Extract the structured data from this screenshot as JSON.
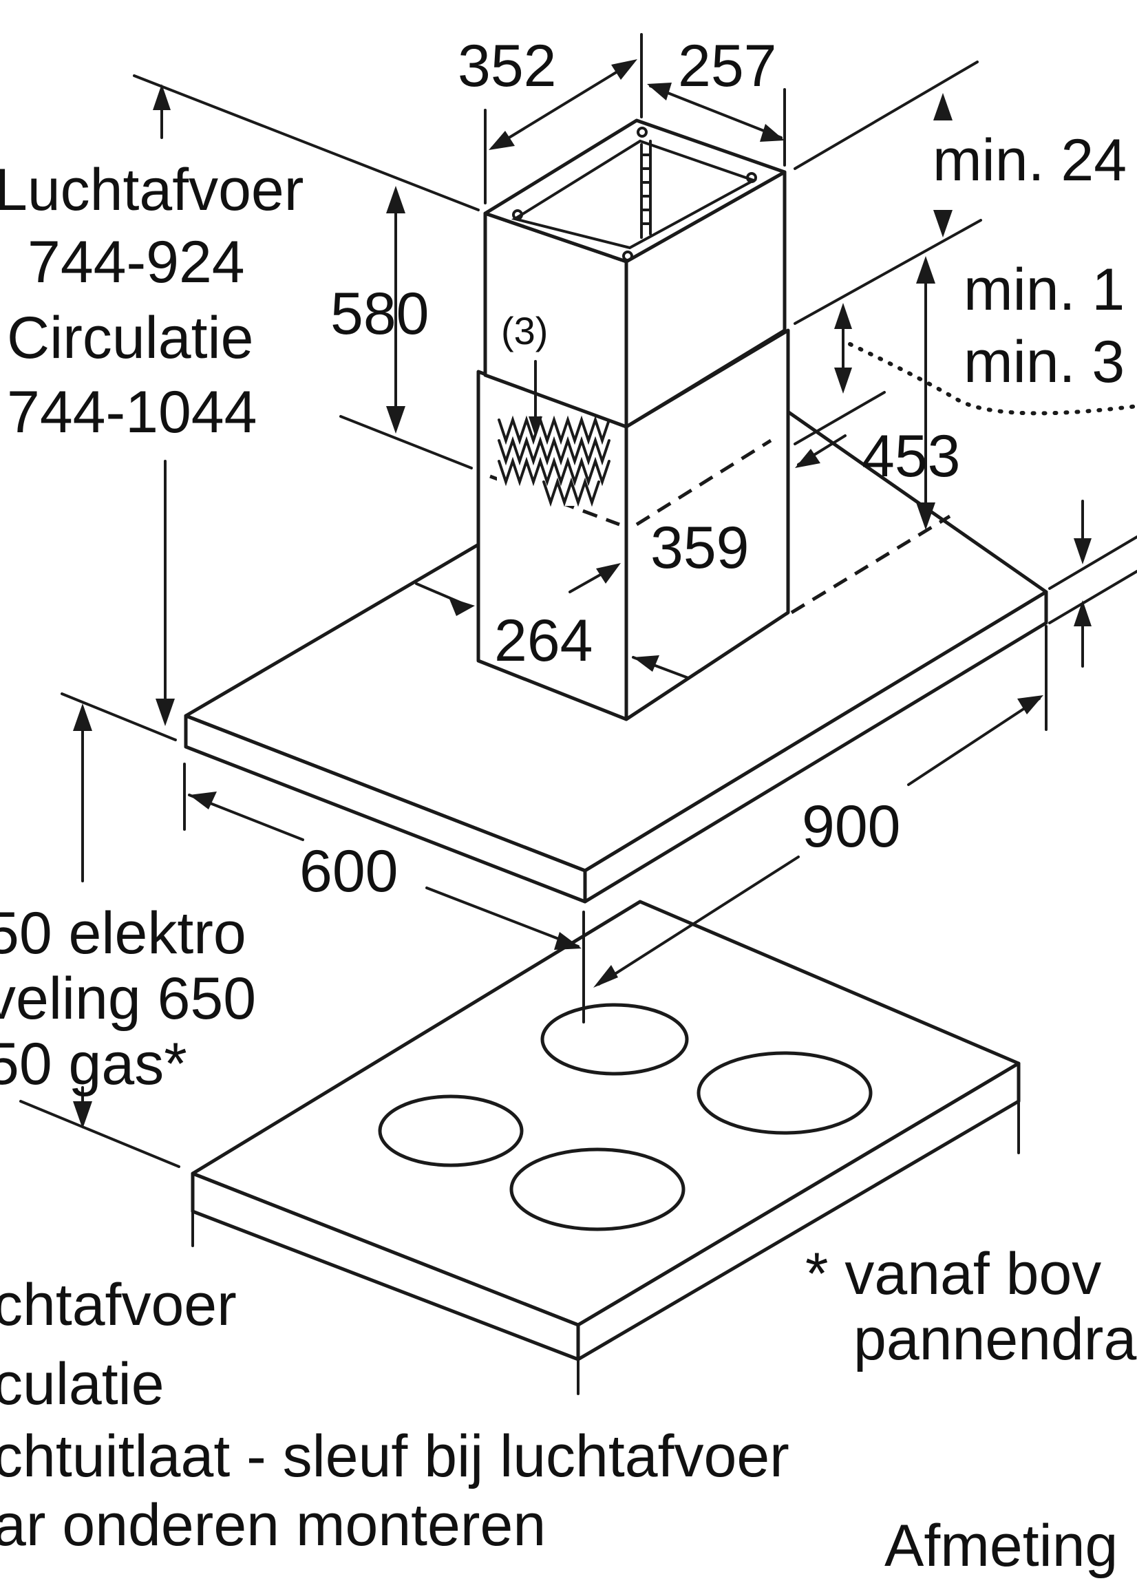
{
  "labels": {
    "dim_352": "352",
    "dim_257": "257",
    "dim_580": "580",
    "dim_453": "453",
    "dim_359": "359",
    "dim_264": "264",
    "dim_900": "900",
    "dim_600": "600",
    "marker_3": "(3)",
    "left_top_1": "Luchtafvoer",
    "left_top_2": "744-924",
    "left_top_3": "Circulatie",
    "left_top_4": "744-1044",
    "right_min_1": "min. 24",
    "right_min_2": "min. 1",
    "right_min_3": "min. 3",
    "left_mid_1": "50 elektro",
    "left_mid_2": "veling 650",
    "left_mid_3": "50 gas*",
    "note_1": "* vanaf bov",
    "note_2": "pannendra",
    "legend_1": "chtafvoer",
    "legend_2": "culatie",
    "legend_3": "chtuitlaat - sleuf bij luchtafvoer",
    "legend_4": "ar onderen monteren",
    "footer": "Afmeting"
  },
  "icons": [
    "arrow-head",
    "burner-ring",
    "vent-slot"
  ]
}
